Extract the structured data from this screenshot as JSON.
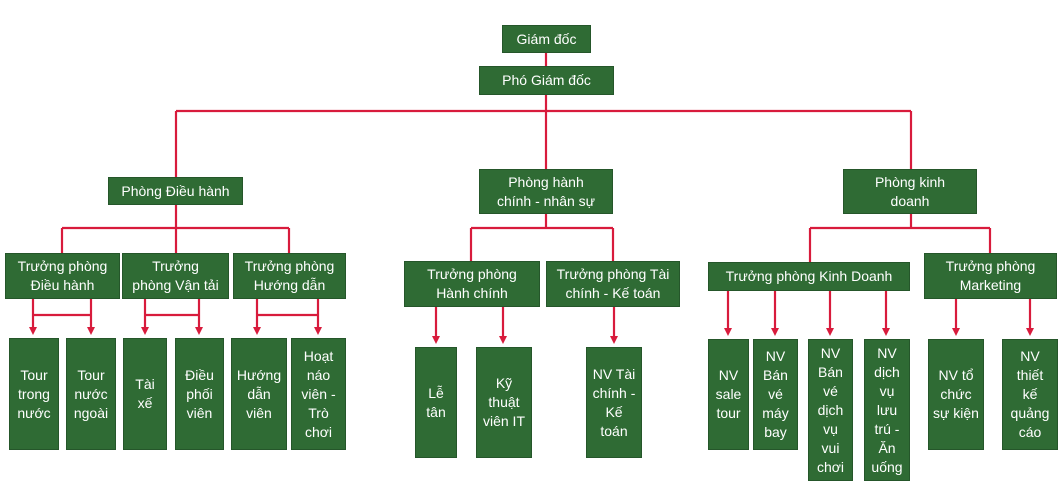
{
  "diagram": {
    "line_color": "#d81b3c",
    "box_color": "#2f6b34",
    "director": "Giám đốc",
    "deputy": "Phó Giám đốc",
    "departments": {
      "operations": "Phòng Điều hành",
      "admin": "Phòng hành\nchính - nhân sự",
      "business": "Phòng kinh\ndoanh"
    },
    "heads": {
      "ops_exec": "Trưởng phòng\nĐiều hành",
      "transport": "Trưởng\nphòng Vận tải",
      "guide": "Trưởng phòng\nHướng dẫn",
      "admin": "Trưởng phòng\nHành chính",
      "finance": "Trưởng phòng Tài\nchính - Kế toán",
      "sales": "Trưởng phòng Kinh Doanh",
      "marketing": "Trưởng phòng\nMarketing"
    },
    "staff": {
      "domestic_tour": "Tour\ntrong\nnước",
      "foreign_tour": "Tour\nnước\nngoài",
      "driver": "Tài\nxế",
      "coordinator": "Điều\nphối\nviên",
      "tour_guide": "Hướng\ndẫn\nviên",
      "entertainer": "Hoạt\nnáo\nviên -\nTrò\nchơi",
      "receptionist": "Lễ\ntân",
      "it": "Kỹ\nthuật\nviên IT",
      "accountant": "NV Tài\nchính -\nKế\ntoán",
      "sales_tour": "NV\nsale\ntour",
      "air_ticket": "NV\nBán\nvé\nmáy\nbay",
      "entertainment_ticket": "NV\nBán\nvé\ndịch\nvụ\nvui\nchơi",
      "accommodation": "NV\ndịch\nvụ\nlưu\ntrú -\nĂn\nuống",
      "event": "NV tổ\nchức\nsự kiện",
      "ad_design": "NV\nthiết\nkế\nquảng\ncáo"
    }
  }
}
